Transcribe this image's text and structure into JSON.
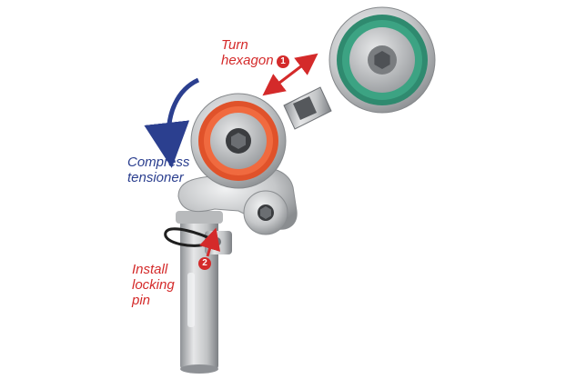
{
  "annotations": {
    "turn_hexagon": {
      "line1": "Turn",
      "line2": "hexagon",
      "step": "1"
    },
    "compress_tensioner": {
      "line1": "Compress",
      "line2": "tensioner"
    },
    "install_locking_pin": {
      "line1": "Install",
      "line2": "locking",
      "line3": "pin",
      "step": "2"
    }
  },
  "colors": {
    "red": "#d42a2a",
    "blue": "#2b3f8f",
    "orange_seal": "#e0522a",
    "green_seal": "#2f8a6f",
    "metal": "#c9cbcd"
  }
}
